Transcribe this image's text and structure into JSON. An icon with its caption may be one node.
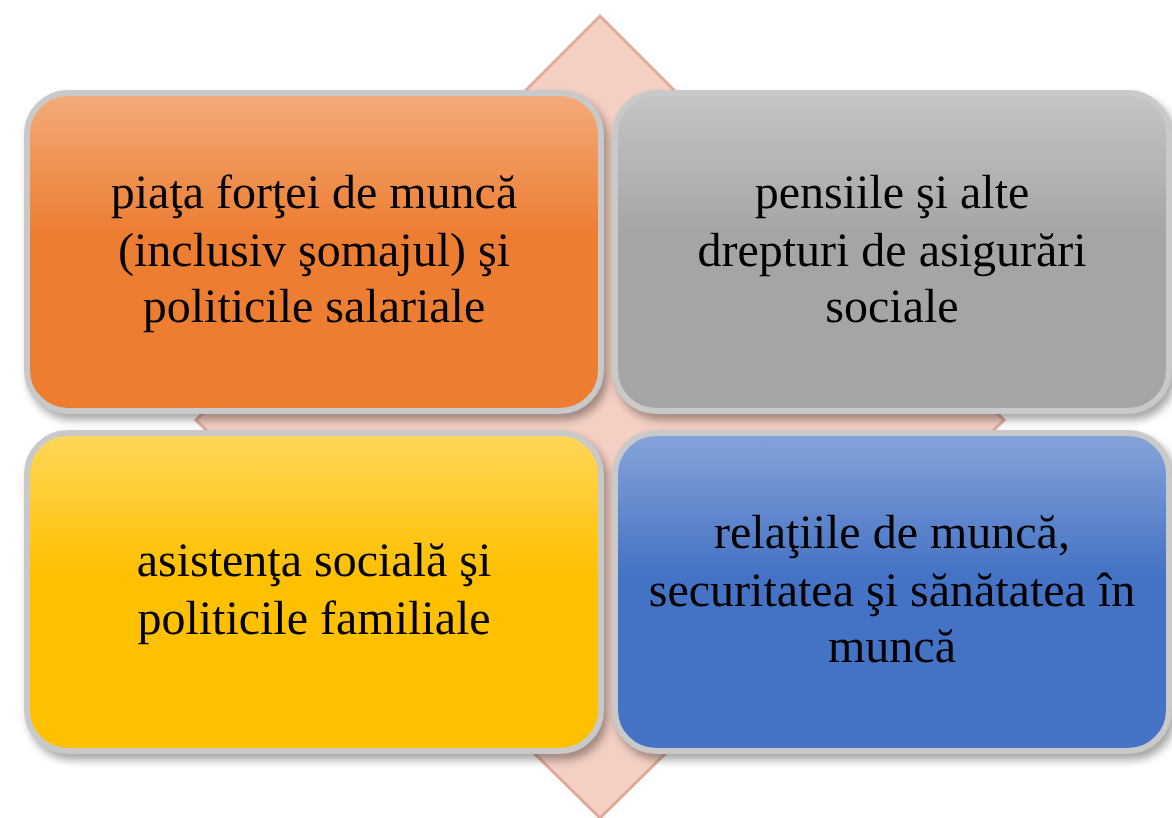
{
  "diagram": {
    "nodes": [
      {
        "text": [
          "piaţa forţei de muncă (inclusiv şomajul) şi politicile salariale"
        ]
      },
      {
        "text": [
          "pensiile şi alte drepturi de asigurări sociale"
        ]
      },
      {
        "text": [
          "asistenţa socială şi politicile familiale"
        ]
      },
      {
        "text": [
          "relaţiile de muncă, securitatea şi sănătatea în muncă"
        ]
      }
    ]
  }
}
